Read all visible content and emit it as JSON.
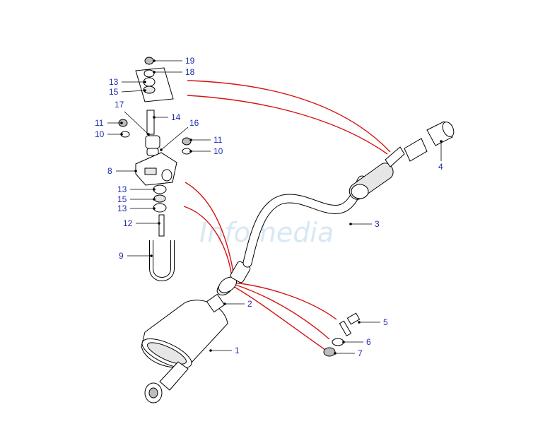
{
  "watermark": "Infomedia",
  "callouts": [
    {
      "key": "19",
      "text": "19"
    },
    {
      "key": "18",
      "text": "18"
    },
    {
      "key": "13a",
      "text": "13"
    },
    {
      "key": "15a",
      "text": "15"
    },
    {
      "key": "17",
      "text": "17"
    },
    {
      "key": "14",
      "text": "14"
    },
    {
      "key": "16",
      "text": "16"
    },
    {
      "key": "11a",
      "text": "11"
    },
    {
      "key": "10a",
      "text": "10"
    },
    {
      "key": "11b",
      "text": "11"
    },
    {
      "key": "10b",
      "text": "10"
    },
    {
      "key": "8",
      "text": "8"
    },
    {
      "key": "13b",
      "text": "13"
    },
    {
      "key": "15b",
      "text": "15"
    },
    {
      "key": "13c",
      "text": "13"
    },
    {
      "key": "12",
      "text": "12"
    },
    {
      "key": "9",
      "text": "9"
    },
    {
      "key": "4",
      "text": "4"
    },
    {
      "key": "3",
      "text": "3"
    },
    {
      "key": "2",
      "text": "2"
    },
    {
      "key": "1",
      "text": "1"
    },
    {
      "key": "5",
      "text": "5"
    },
    {
      "key": "6",
      "text": "6"
    },
    {
      "key": "7",
      "text": "7"
    }
  ]
}
